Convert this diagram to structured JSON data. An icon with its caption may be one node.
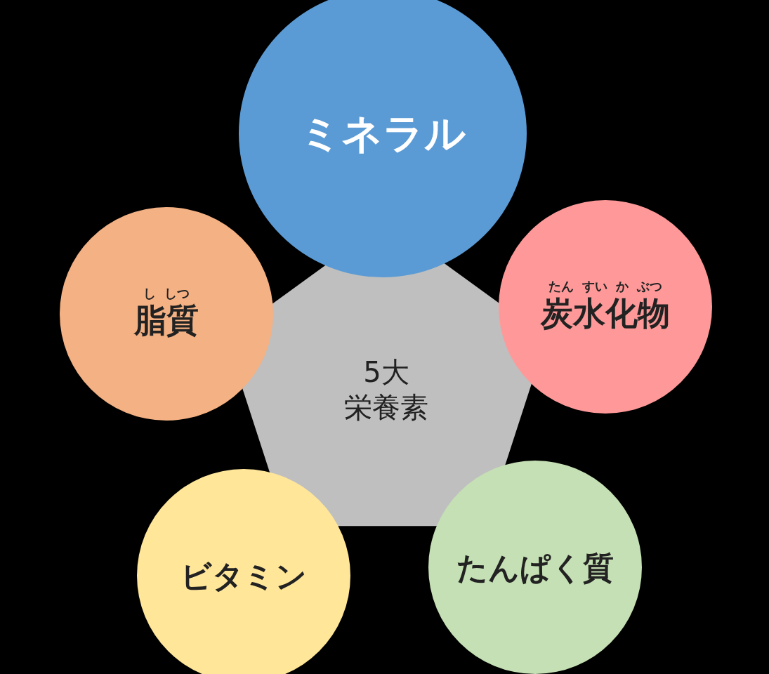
{
  "diagram": {
    "nodes": [
      {
        "text": [
          "ミネラル"
        ]
      },
      {
        "text": [
          "し しつ",
          "脂質"
        ]
      },
      {
        "text": [
          "5大",
          "栄養素"
        ]
      },
      {
        "text": [
          "たん すい か ぶつ",
          "炭水化物"
        ]
      },
      {
        "text": [
          "ビタミン"
        ]
      },
      {
        "text": [
          "たんぱく質"
        ]
      }
    ]
  }
}
